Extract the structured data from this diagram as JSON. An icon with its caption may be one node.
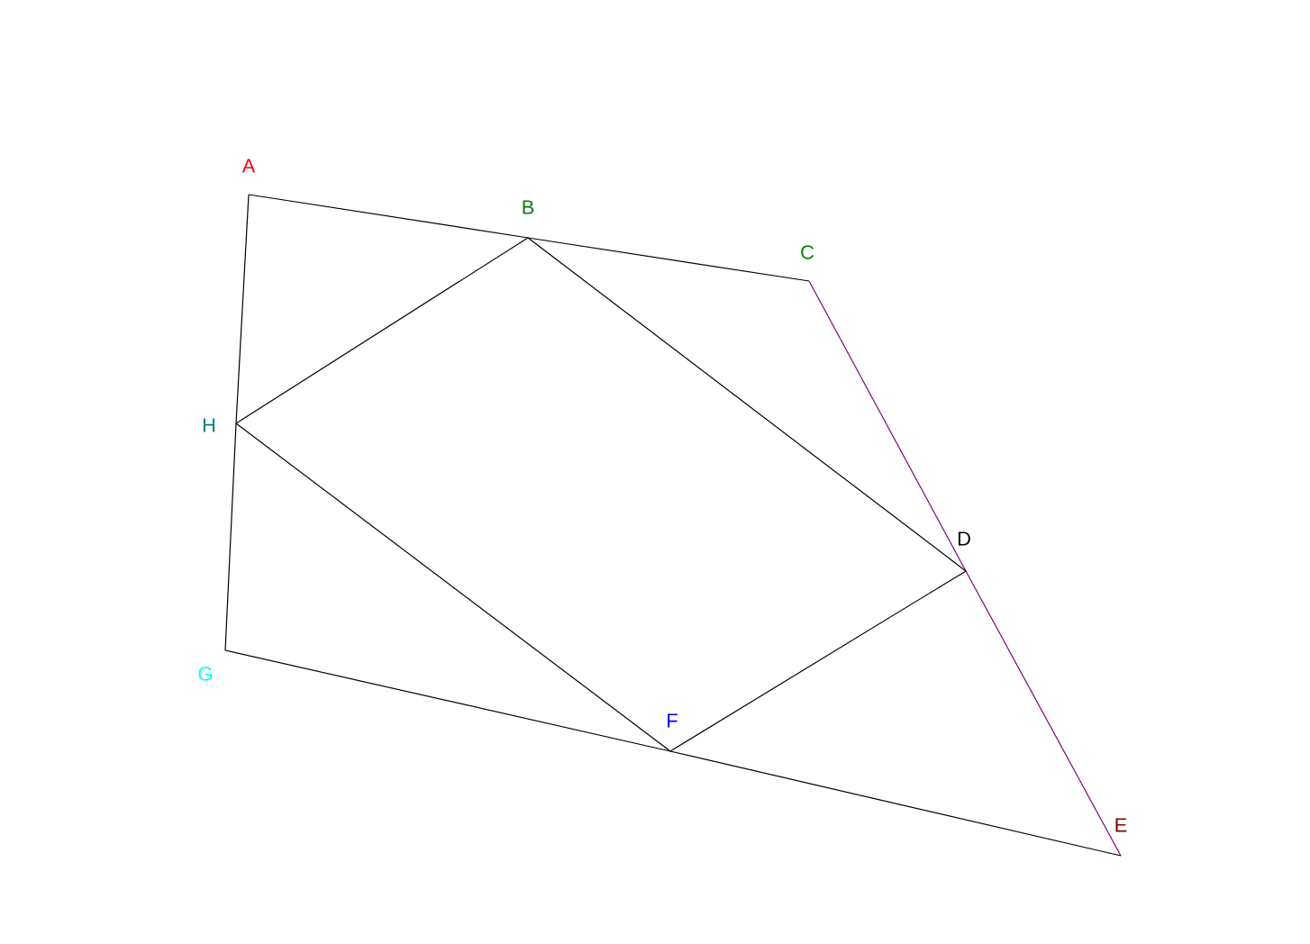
{
  "diagram": {
    "nodes": [
      {
        "text": [
          "A"
        ]
      },
      {
        "text": [
          "B"
        ]
      },
      {
        "text": [
          "C"
        ]
      },
      {
        "text": [
          "D"
        ]
      },
      {
        "text": [
          "E"
        ]
      },
      {
        "text": [
          "F"
        ]
      },
      {
        "text": [
          "G"
        ]
      },
      {
        "text": [
          "H"
        ]
      }
    ],
    "edges": [
      {
        "from": 0,
        "to": 1,
        "arrow": "none"
      },
      {
        "from": 1,
        "to": 2,
        "arrow": "none"
      },
      {
        "from": 2,
        "to": 3,
        "arrow": "none",
        "color": "#800080"
      },
      {
        "from": 3,
        "to": 4,
        "arrow": "none",
        "color": "#800080"
      },
      {
        "from": 4,
        "to": 5,
        "arrow": "none"
      },
      {
        "from": 5,
        "to": 6,
        "arrow": "none"
      },
      {
        "from": 6,
        "to": 7,
        "arrow": "none"
      },
      {
        "from": 7,
        "to": 0,
        "arrow": "none"
      },
      {
        "from": 7,
        "to": 1,
        "arrow": "none"
      },
      {
        "from": 1,
        "to": 3,
        "arrow": "none"
      },
      {
        "from": 3,
        "to": 5,
        "arrow": "none"
      },
      {
        "from": 5,
        "to": 7,
        "arrow": "none"
      }
    ]
  }
}
